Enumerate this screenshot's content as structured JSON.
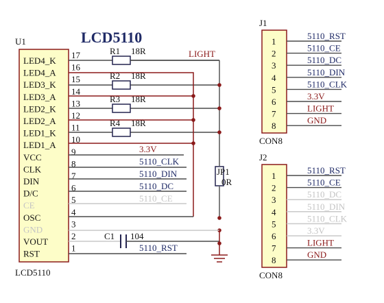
{
  "title": "LCD5110",
  "u1": {
    "ref": "U1",
    "part": "LCD5110",
    "pins": [
      {
        "name": "LED4_K",
        "num": "17",
        "faint": false
      },
      {
        "name": "LED4_A",
        "num": "16",
        "faint": false
      },
      {
        "name": "LED3_K",
        "num": "15",
        "faint": false
      },
      {
        "name": "LED3_A",
        "num": "14",
        "faint": false
      },
      {
        "name": "LED2_K",
        "num": "13",
        "faint": false
      },
      {
        "name": "LED2_A",
        "num": "12",
        "faint": false
      },
      {
        "name": "LED1_K",
        "num": "11",
        "faint": false
      },
      {
        "name": "LED1_A",
        "num": "10",
        "faint": false
      },
      {
        "name": "VCC",
        "num": "9",
        "faint": false
      },
      {
        "name": "CLK",
        "num": "8",
        "faint": false
      },
      {
        "name": "DIN",
        "num": "7",
        "faint": false
      },
      {
        "name": "D/C",
        "num": "6",
        "faint": false
      },
      {
        "name": "CE",
        "num": "5",
        "faint": true
      },
      {
        "name": "OSC",
        "num": "4",
        "faint": false
      },
      {
        "name": "GND",
        "num": "3",
        "faint": true
      },
      {
        "name": "VOUT",
        "num": "2",
        "faint": false
      },
      {
        "name": "RST",
        "num": "1",
        "faint": false
      }
    ]
  },
  "nets_u1": {
    "vcc": "3.3V",
    "clk": "5110_CLK",
    "din": "5110_DIN",
    "dc": "5110_DC",
    "ce": "5110_CE",
    "rst": "5110_RST",
    "light": "LIGHT"
  },
  "resistors": [
    {
      "ref": "R1",
      "value": "18R"
    },
    {
      "ref": "R2",
      "value": "18R"
    },
    {
      "ref": "R3",
      "value": "18R"
    },
    {
      "ref": "R4",
      "value": "18R"
    }
  ],
  "jumper": {
    "ref": "JP1",
    "value": "0R"
  },
  "capacitor": {
    "ref": "C1",
    "value": "104"
  },
  "j1": {
    "ref": "J1",
    "part": "CON8",
    "pins": [
      {
        "num": "1",
        "net": "5110_RST",
        "color": "blue"
      },
      {
        "num": "2",
        "net": "5110_CE",
        "color": "blue"
      },
      {
        "num": "3",
        "net": "5110_DC",
        "color": "blue"
      },
      {
        "num": "4",
        "net": "5110_DIN",
        "color": "blue"
      },
      {
        "num": "5",
        "net": "5110_CLK",
        "color": "blue"
      },
      {
        "num": "6",
        "net": "3.3V",
        "color": "red"
      },
      {
        "num": "7",
        "net": "LIGHT",
        "color": "red"
      },
      {
        "num": "8",
        "net": "GND",
        "color": "red"
      }
    ]
  },
  "j2": {
    "ref": "J2",
    "part": "CON8",
    "pins": [
      {
        "num": "1",
        "net": "5110_RST",
        "color": "blue"
      },
      {
        "num": "2",
        "net": "5110_CE",
        "color": "blue"
      },
      {
        "num": "3",
        "net": "5110_DC",
        "color": "faint"
      },
      {
        "num": "4",
        "net": "5110_DIN",
        "color": "faint"
      },
      {
        "num": "5",
        "net": "5110_CLK",
        "color": "faint"
      },
      {
        "num": "6",
        "net": "3.3V",
        "color": "faint"
      },
      {
        "num": "7",
        "net": "LIGHT",
        "color": "red"
      },
      {
        "num": "8",
        "net": "GND",
        "color": "red"
      }
    ]
  }
}
